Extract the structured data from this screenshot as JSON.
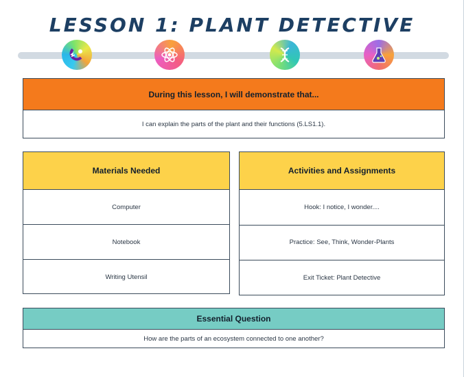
{
  "page": {
    "title": "LESSON 1: PLANT DETECTIVE"
  },
  "progress_icons": [
    {
      "icon": "magnet-icon"
    },
    {
      "icon": "atom-icon"
    },
    {
      "icon": "dna-icon"
    },
    {
      "icon": "flask-icon"
    }
  ],
  "objective": {
    "heading": "During this lesson, I will demonstrate that...",
    "text": "I can explain the parts of the plant and their functions (5.LS1.1)."
  },
  "materials": {
    "heading": "Materials Needed",
    "items": [
      "Computer",
      "Notebook",
      "Writing Utensil"
    ]
  },
  "activities": {
    "heading": "Activities and Assignments",
    "items": [
      "Hook: I notice, I wonder....",
      "Practice: See, Think, Wonder-Plants",
      "Exit Ticket: Plant Detective"
    ]
  },
  "essential_question": {
    "heading": "Essential Question",
    "text": "How are the parts of an ecosystem connected to one another?"
  },
  "colors": {
    "title": "#1d3f63",
    "objective_header": "#f47a1c",
    "materials_header": "#fdd24a",
    "question_header": "#76ccc4",
    "track": "#d2dae2"
  }
}
